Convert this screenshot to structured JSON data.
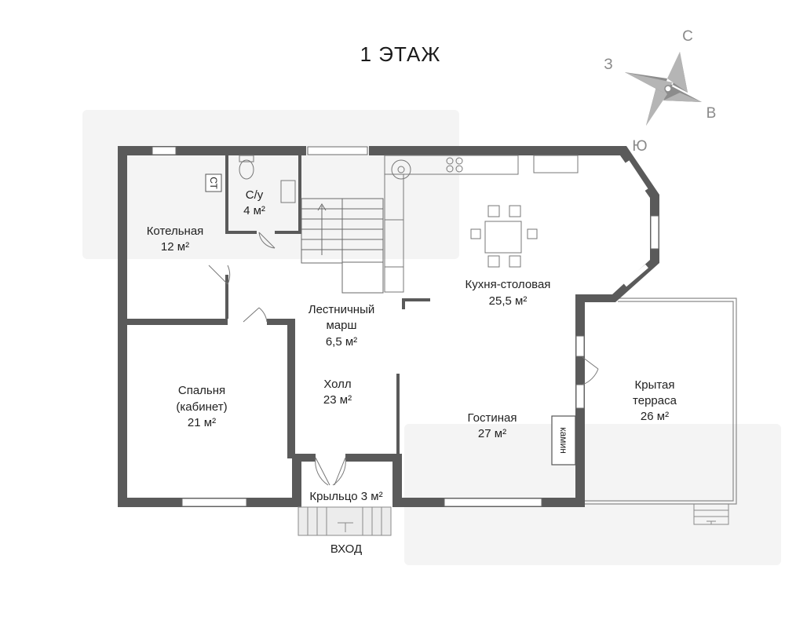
{
  "title": "1 ЭТАЖ",
  "compass": {
    "north": "С",
    "east": "В",
    "south": "Ю",
    "west": "З"
  },
  "rooms": {
    "boiler": {
      "name": "Котельная",
      "area": "12 м²"
    },
    "wc": {
      "name": "С/у",
      "area": "4 м²"
    },
    "stairs": {
      "name1": "Лестничный",
      "name2": "марш",
      "area": "6,5 м²"
    },
    "kitchen": {
      "name": "Кухня-столовая",
      "area": "25,5 м²"
    },
    "bedroom": {
      "name1": "Спальня",
      "name2": "(кабинет)",
      "area": "21 м²"
    },
    "hall": {
      "name": "Холл",
      "area": "23 м²"
    },
    "living": {
      "name": "Гостиная",
      "area": "27 м²"
    },
    "terrace": {
      "name1": "Крытая",
      "name2": "терраса",
      "area": "26 м²"
    },
    "porch": {
      "label": "Крыльцо 3 м²"
    }
  },
  "fireplace": "камин",
  "boiler_tag": "СТ",
  "entrance": "ВХОД",
  "colors": {
    "wall": "#5a5a5a",
    "fixture": "#777777",
    "watermark": "#f3f3f3"
  }
}
